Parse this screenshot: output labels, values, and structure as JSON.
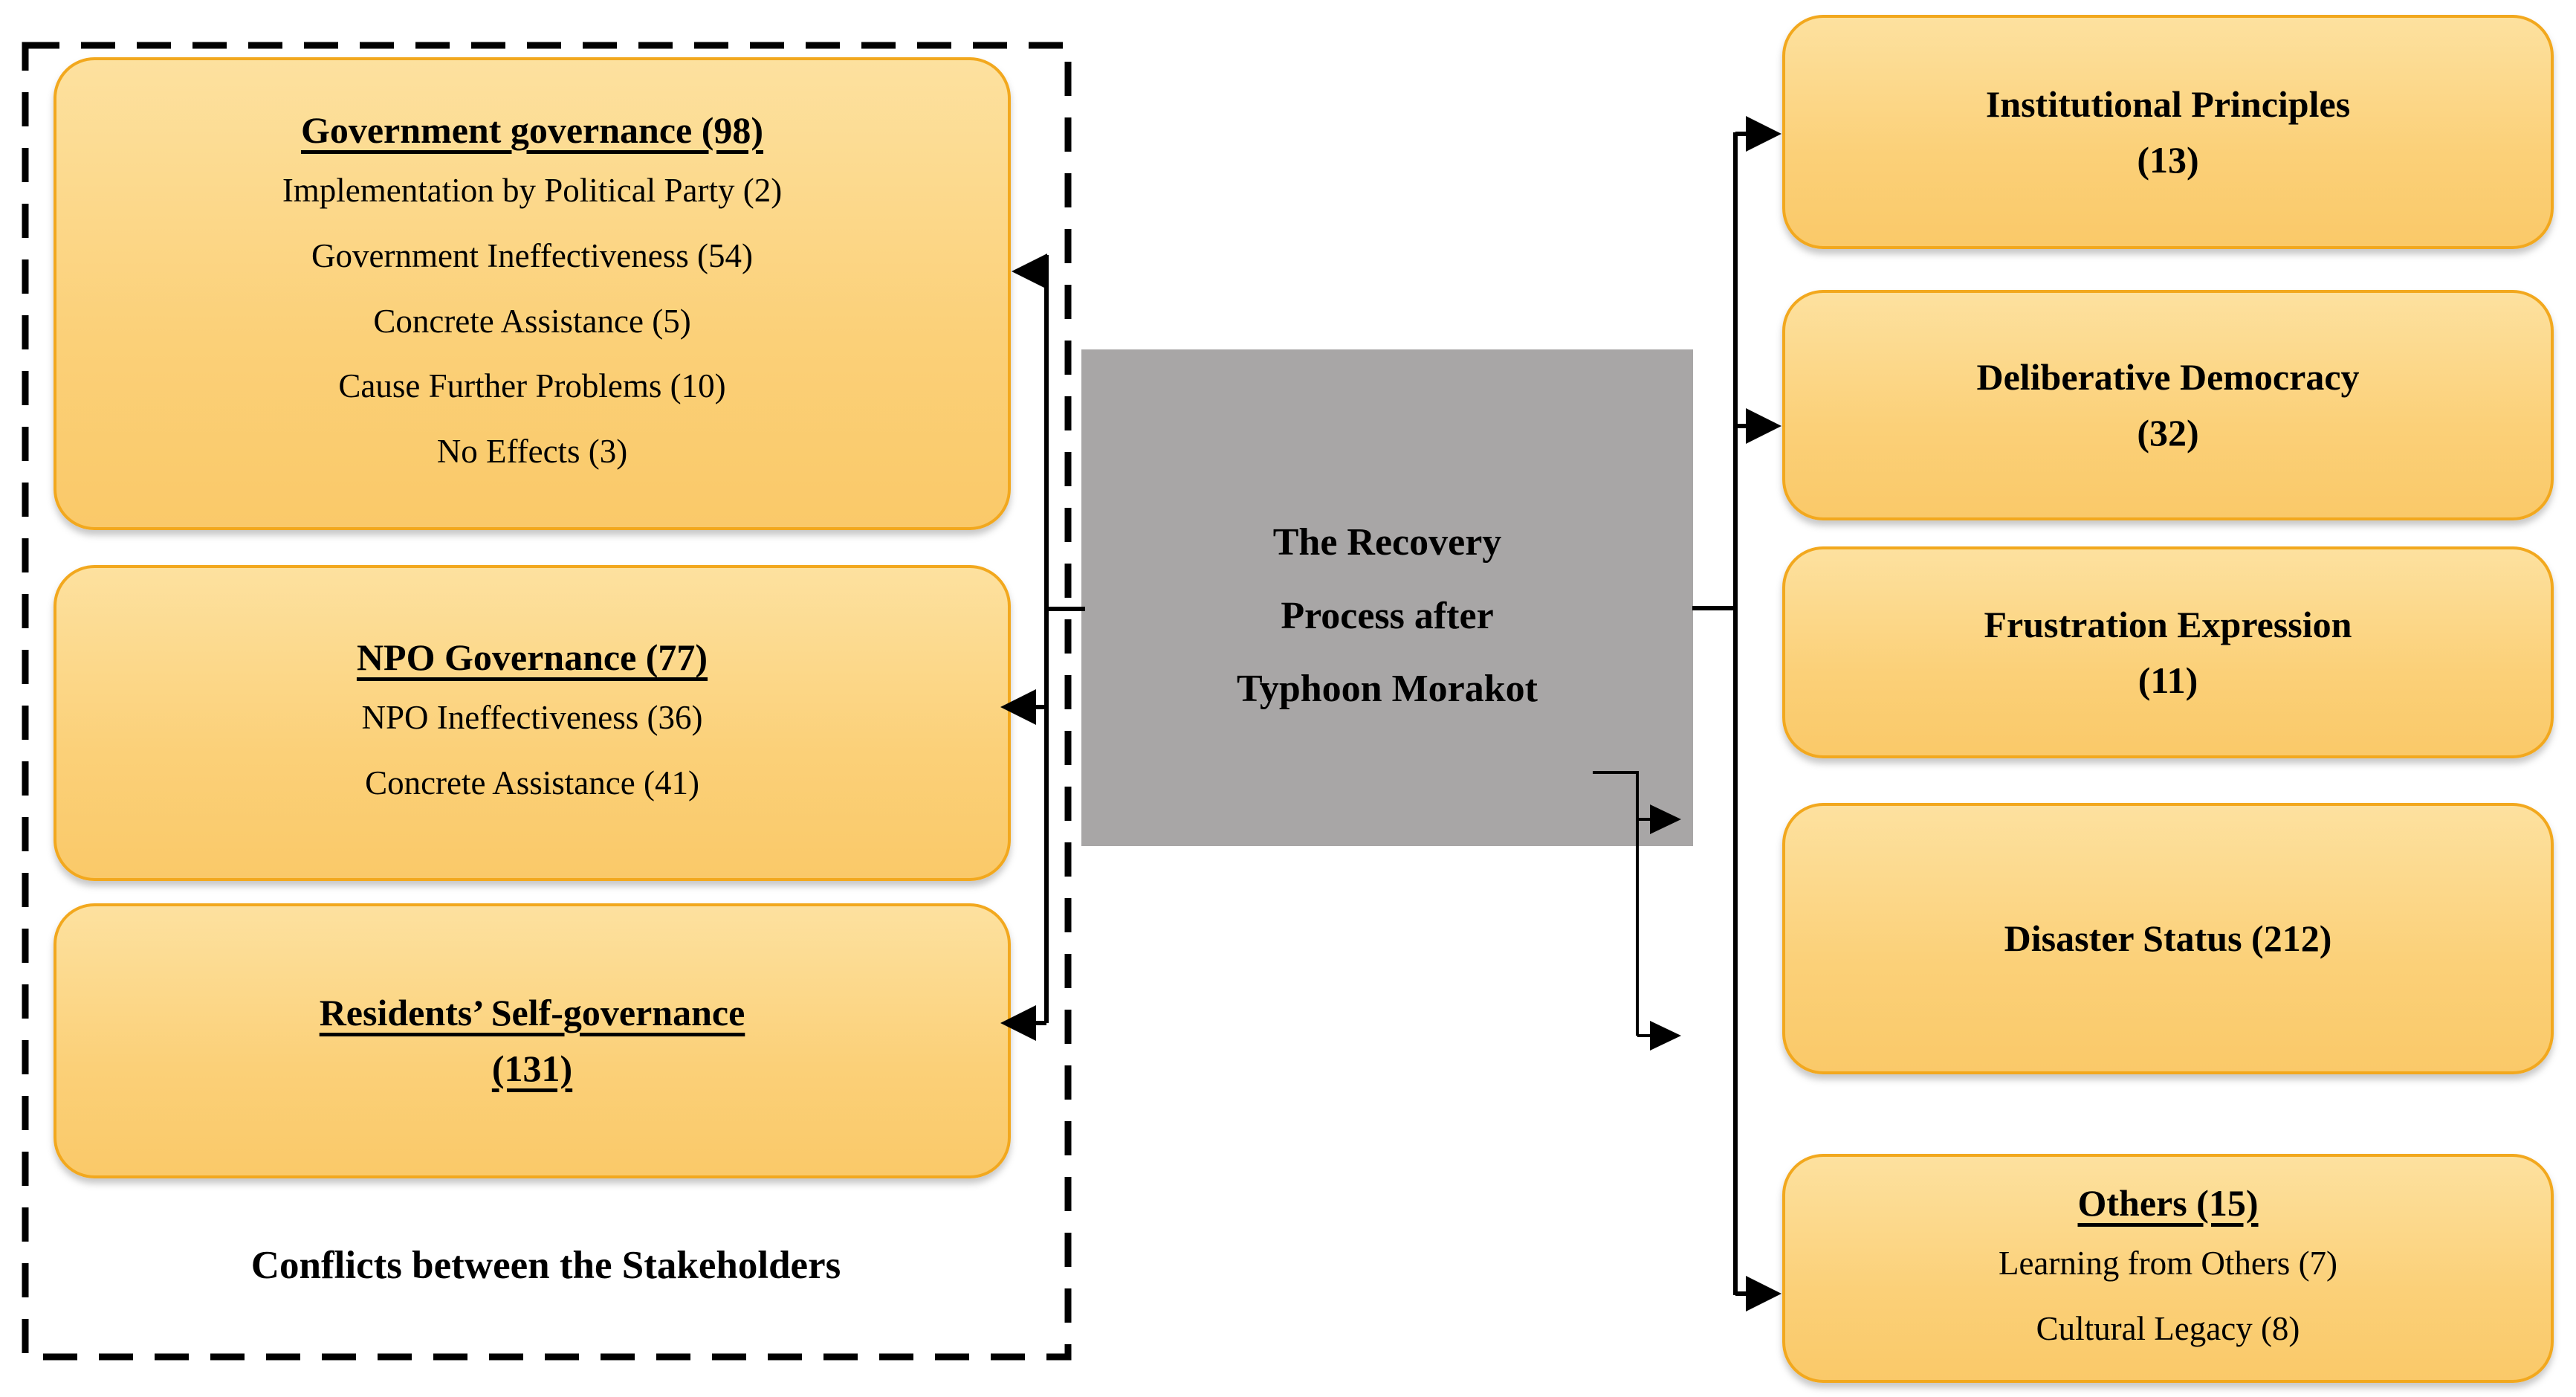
{
  "left_panel": {
    "label": "Conflicts between the Stakeholders",
    "boxes": [
      {
        "title": "Government governance (98)",
        "items": [
          "Implementation by Political Party (2)",
          "Government Ineffectiveness (54)",
          "Concrete Assistance (5)",
          "Cause Further Problems (10)",
          "No Effects (3)"
        ]
      },
      {
        "title": "NPO Governance (77)",
        "items": [
          "NPO Ineffectiveness (36)",
          "Concrete Assistance (41)"
        ]
      },
      {
        "title_line1": "Residents’ Self-governance",
        "title_line2": "(131)"
      }
    ]
  },
  "center": {
    "lines": [
      "The Recovery",
      "Process after",
      "Typhoon Morakot"
    ]
  },
  "right_boxes": [
    {
      "line1": "Institutional Principles",
      "line2": "(13)"
    },
    {
      "line1": "Deliberative Democracy",
      "line2": "(32)"
    },
    {
      "line1": "Frustration Expression",
      "line2": "(11)"
    },
    {
      "line1": "Disaster Status (212)"
    },
    {
      "title": "Others (15)",
      "items": [
        "Learning from Others (7)",
        "Cultural Legacy (8)"
      ]
    }
  ],
  "colors": {
    "node_fill_top": "#fde19f",
    "node_fill_bottom": "#fac969",
    "node_border": "#f2a81e",
    "center_fill": "#a8a6a6",
    "connector": "#000000"
  }
}
